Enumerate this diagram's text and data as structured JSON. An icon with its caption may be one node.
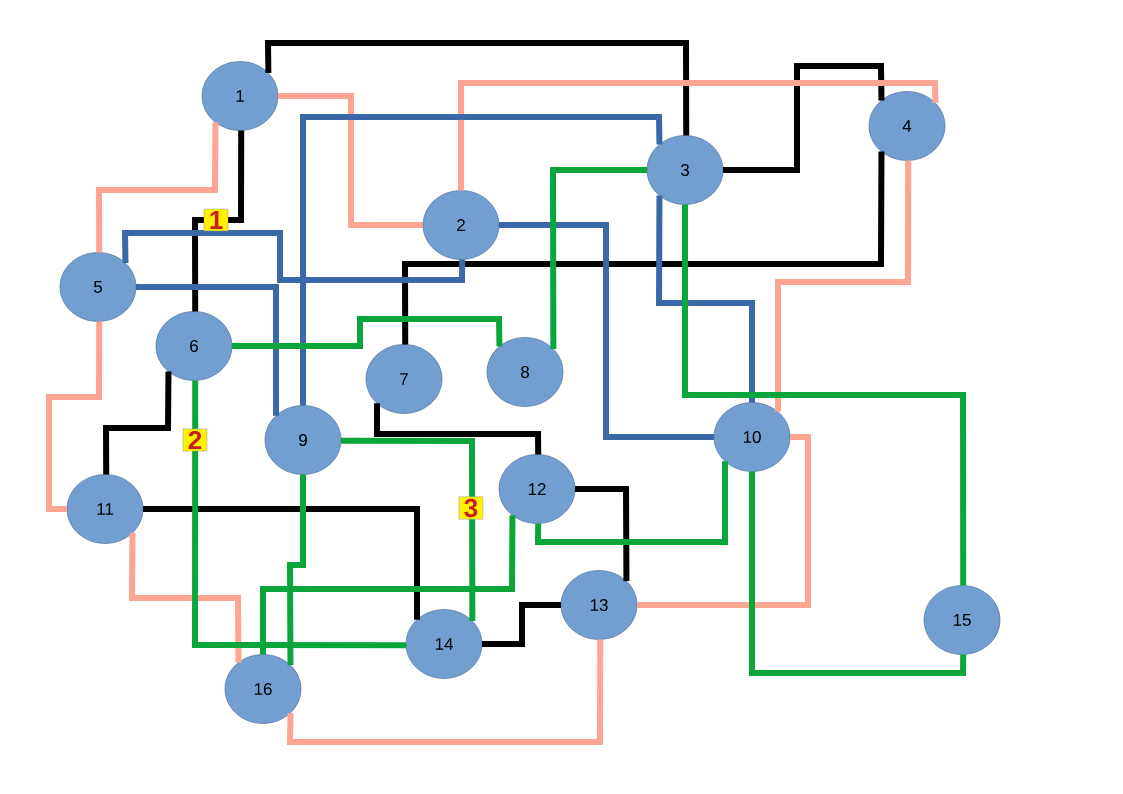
{
  "diagram": {
    "nodes": [
      {
        "text": [
          "1"
        ]
      },
      {
        "text": [
          "2"
        ]
      },
      {
        "text": [
          "3"
        ]
      },
      {
        "text": [
          "4"
        ]
      },
      {
        "text": [
          "5"
        ]
      },
      {
        "text": [
          "6"
        ]
      },
      {
        "text": [
          "7"
        ]
      },
      {
        "text": [
          "8"
        ]
      },
      {
        "text": [
          "9"
        ]
      },
      {
        "text": [
          "10"
        ]
      },
      {
        "text": [
          "11"
        ]
      },
      {
        "text": [
          "12"
        ]
      },
      {
        "text": [
          "13"
        ]
      },
      {
        "text": [
          "14"
        ]
      },
      {
        "text": [
          "15"
        ]
      },
      {
        "text": [
          "16"
        ]
      }
    ],
    "edges": [
      {
        "from": 0,
        "to": 2,
        "arrow": "none"
      },
      {
        "from": 0,
        "to": 5,
        "arrow": "none",
        "label": "1"
      },
      {
        "from": 2,
        "to": 3,
        "arrow": "none"
      },
      {
        "from": 3,
        "to": 6,
        "arrow": "none"
      },
      {
        "from": 5,
        "to": 10,
        "arrow": "none"
      },
      {
        "from": 6,
        "to": 11,
        "arrow": "none"
      },
      {
        "from": 10,
        "to": 13,
        "arrow": "none"
      },
      {
        "from": 11,
        "to": 12,
        "arrow": "none"
      },
      {
        "from": 12,
        "to": 13,
        "arrow": "none"
      },
      {
        "from": 0,
        "to": 1,
        "arrow": "none",
        "color": "#fca592"
      },
      {
        "from": 0,
        "to": 4,
        "arrow": "none",
        "color": "#fca592"
      },
      {
        "from": 1,
        "to": 3,
        "arrow": "none",
        "color": "#fca592"
      },
      {
        "from": 3,
        "to": 9,
        "arrow": "none",
        "color": "#fca592"
      },
      {
        "from": 4,
        "to": 10,
        "arrow": "none",
        "color": "#fca592"
      },
      {
        "from": 10,
        "to": 15,
        "arrow": "none",
        "color": "#fca592"
      },
      {
        "from": 9,
        "to": 12,
        "arrow": "none",
        "color": "#fca592"
      },
      {
        "from": 12,
        "to": 15,
        "arrow": "none",
        "color": "#fca592"
      },
      {
        "from": 8,
        "to": 2,
        "arrow": "none",
        "color": "#3a69a8"
      },
      {
        "from": 4,
        "to": 1,
        "arrow": "none",
        "color": "#3a69a8"
      },
      {
        "from": 4,
        "to": 8,
        "arrow": "none",
        "color": "#3a69a8"
      },
      {
        "from": 1,
        "to": 9,
        "arrow": "none",
        "color": "#3a69a8"
      },
      {
        "from": 2,
        "to": 9,
        "arrow": "none",
        "color": "#3a69a8"
      },
      {
        "from": 2,
        "to": 7,
        "arrow": "none",
        "color": "#0aa63c"
      },
      {
        "from": 5,
        "to": 7,
        "arrow": "none",
        "color": "#0aa63c"
      },
      {
        "from": 2,
        "to": 14,
        "arrow": "none",
        "color": "#0aa63c"
      },
      {
        "from": 9,
        "to": 14,
        "arrow": "none",
        "color": "#0aa63c"
      },
      {
        "from": 5,
        "to": 13,
        "arrow": "none",
        "color": "#0aa63c",
        "label": "2"
      },
      {
        "from": 8,
        "to": 13,
        "arrow": "none",
        "color": "#0aa63c",
        "label": "3"
      },
      {
        "from": 8,
        "to": 15,
        "arrow": "none",
        "color": "#0aa63c"
      },
      {
        "from": 11,
        "to": 15,
        "arrow": "none",
        "color": "#0aa63c"
      },
      {
        "from": 11,
        "to": 9,
        "arrow": "none",
        "color": "#0aa63c"
      }
    ]
  }
}
